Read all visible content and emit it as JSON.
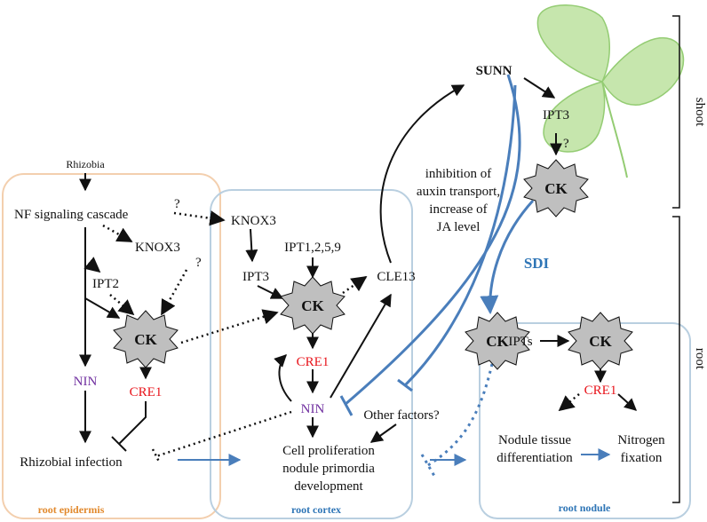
{
  "colors": {
    "epidermis_border": "#f3cfae",
    "cortex_border": "#b9cfe0",
    "nodule_border": "#b9cfe0",
    "blue_arrow": "#4a7ebb",
    "red_text": "#e8131a",
    "purple_text": "#7030a0",
    "orange_text": "#e28a2e",
    "blue_text": "#2e75b6",
    "leaf_fill": "#c6e6ad",
    "leaf_stroke": "#94cc73",
    "ck_fill": "#bfbfbf"
  },
  "labels": {
    "rhizobia": "Rhizobia",
    "nf_cascade": "NF signaling cascade",
    "knox3_epi": "KNOX3",
    "knox3_cortex": "KNOX3",
    "ipt2": "IPT2",
    "ipt1259": "IPT1,2,5,9",
    "ipt3_cortex": "IPT3",
    "ipt3_shoot": "IPT3",
    "iptS": "IPTs",
    "cle13": "CLE13",
    "sunn": "SUNN",
    "ck": "CK",
    "cre1": "CRE1",
    "nin": "NIN",
    "rhizobial_infection": "Rhizobial infection",
    "cell_prolif_1": "Cell proliferation",
    "cell_prolif_2": "nodule primordia",
    "cell_prolif_3": "development",
    "other_factors": "Other factors?",
    "inhibition_1": "inhibition of",
    "inhibition_2": "auxin transport,",
    "inhibition_3": "increase of",
    "inhibition_4": "JA level",
    "sdi": "SDI",
    "nodule_tissue_1": "Nodule tissue",
    "nodule_tissue_2": "differentiation",
    "nitrogen_1": "Nitrogen",
    "nitrogen_2": "fixation",
    "question": "?",
    "root_epidermis": "root epidermis",
    "root_cortex": "root cortex",
    "root_nodule": "root nodule",
    "shoot": "shoot",
    "root": "root"
  }
}
